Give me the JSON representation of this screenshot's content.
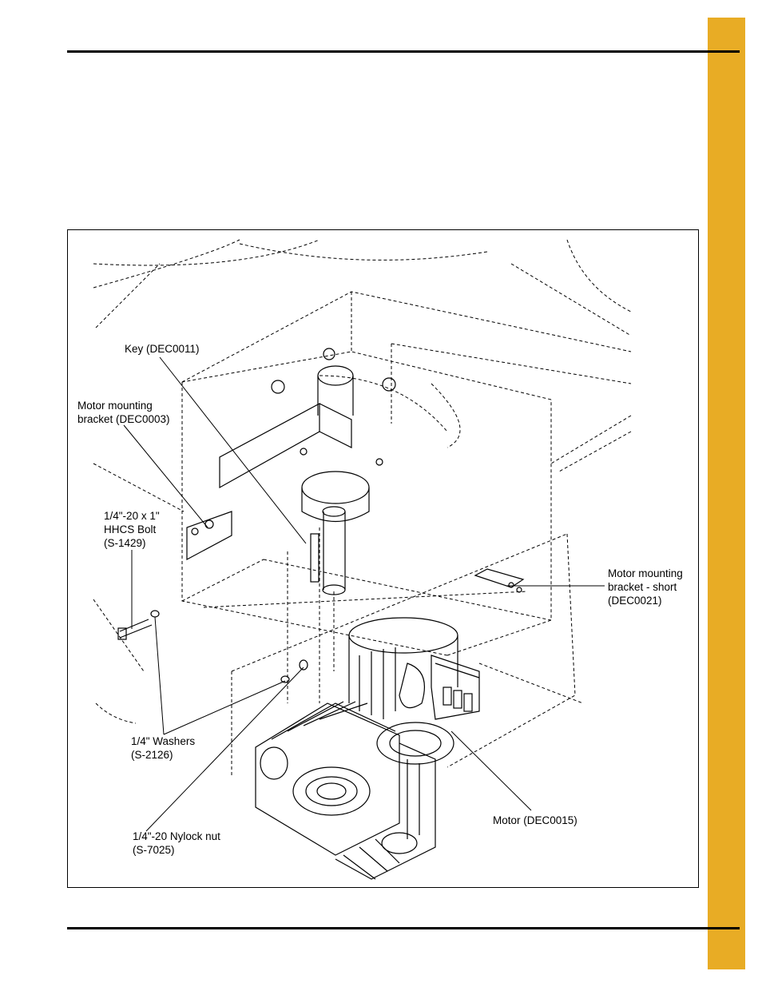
{
  "figure": {
    "callouts": {
      "key": "Key (DEC0011)",
      "motor_bracket": "Motor mounting\nbracket (DEC0003)",
      "bolt": "1/4\"-20 x 1\"\nHHCS Bolt\n(S-1429)",
      "bracket_short": "Motor mounting\nbracket - short\n(DEC0021)",
      "washers": "1/4\" Washers\n(S-2126)",
      "nut": "1/4\"-20 Nylock nut\n(S-7025)",
      "motor": "Motor (DEC0015)"
    }
  },
  "colors": {
    "accent": "#e8ac25",
    "line": "#000000"
  }
}
